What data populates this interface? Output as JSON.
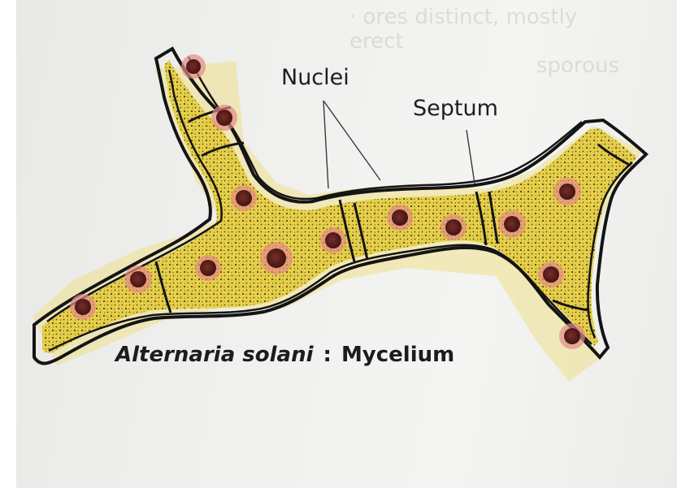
{
  "labels": {
    "nuclei": "Nuclei",
    "septum": "Septum"
  },
  "caption": {
    "genus_species": "Alternaria solani",
    "separator": ":",
    "structure": "Mycelium"
  },
  "colors": {
    "cytoplasm": "#e9d24c",
    "stain": "#e68a86",
    "nucleus": "#5a1e1c",
    "outline": "#141414",
    "paper": "#f0f0ee"
  }
}
